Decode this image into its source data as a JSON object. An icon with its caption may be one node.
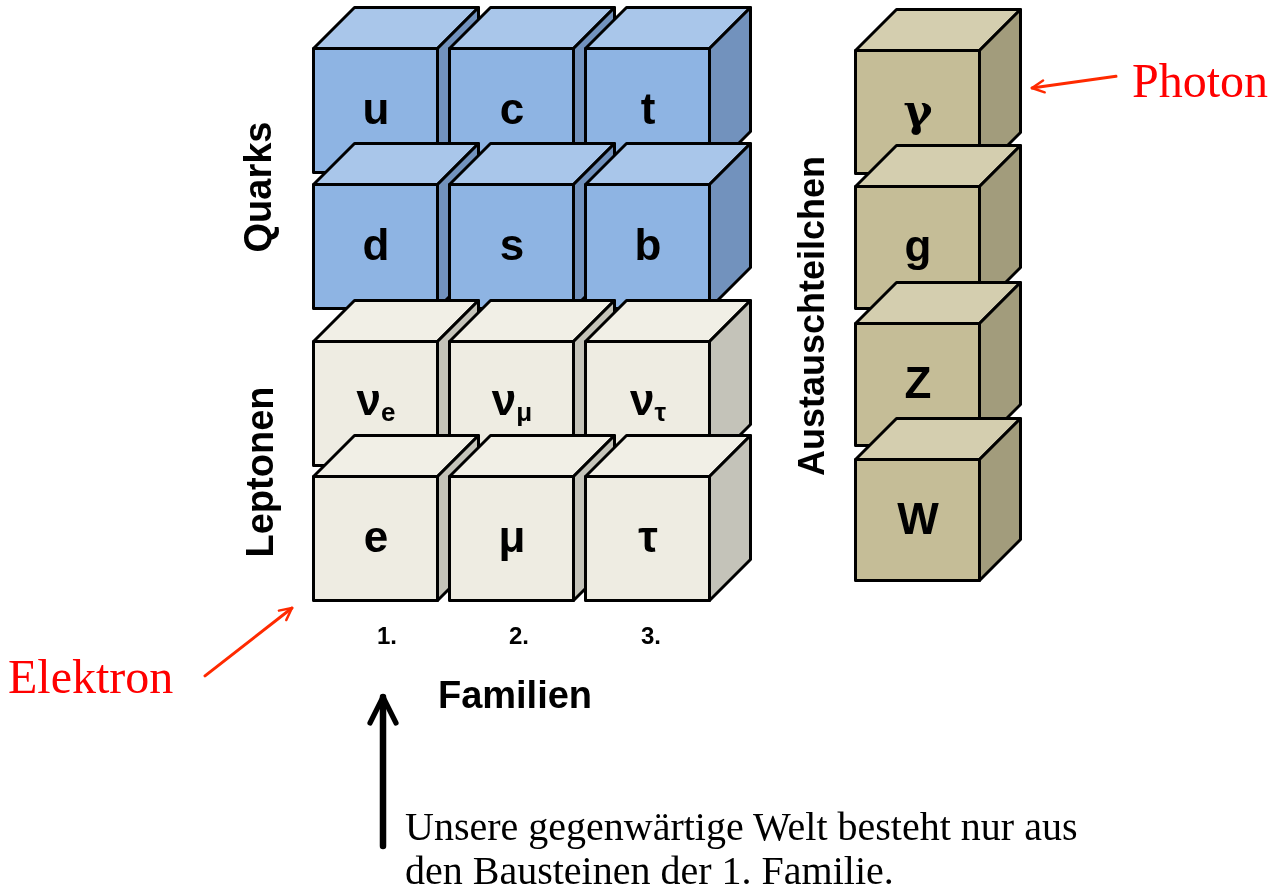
{
  "diagram": {
    "nodes": [
      {
        "text": [
          "u"
        ]
      },
      {
        "text": [
          "c"
        ]
      },
      {
        "text": [
          "t"
        ]
      },
      {
        "text": [
          "d"
        ]
      },
      {
        "text": [
          "s"
        ]
      },
      {
        "text": [
          "b"
        ]
      },
      {
        "text": [
          "ν$_{e}$"
        ]
      },
      {
        "text": [
          "ν$_{μ}$"
        ]
      },
      {
        "text": [
          "ν$_{τ}$"
        ]
      },
      {
        "text": [
          "e"
        ]
      },
      {
        "text": [
          "μ"
        ]
      },
      {
        "text": [
          "τ"
        ]
      },
      {
        "text": [
          "γ"
        ]
      },
      {
        "text": [
          "g"
        ]
      },
      {
        "text": [
          "Z"
        ]
      },
      {
        "text": [
          "W"
        ]
      },
      {
        "text": [
          "Elektron"
        ]
      },
      {
        "text": [
          "Photon"
        ]
      },
      {
        "text": [
          "Unsere gegenwärtige Welt besteht nur aus den Bausteinen der 1. Familie."
        ]
      }
    ],
    "edges": [
      {
        "from": 16,
        "to": 9,
        "arrow": "to",
        "color": "#ff2a00"
      },
      {
        "from": 17,
        "to": 12,
        "arrow": "to",
        "color": "#ff2a00"
      },
      {
        "from": 18,
        "to": null,
        "arrow": "to",
        "style": "thick",
        "color": "#000000"
      }
    ],
    "labels": [
      "Quarks",
      "Leptonen",
      "Austauschteilchen",
      "1.",
      "2.",
      "3.",
      "Familien"
    ]
  }
}
